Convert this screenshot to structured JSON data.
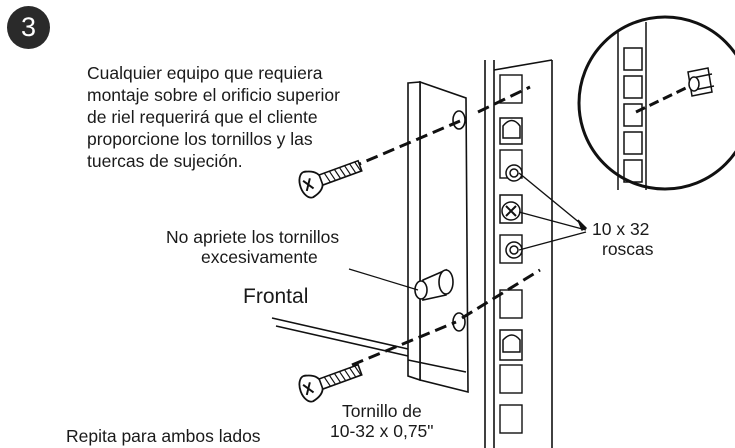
{
  "step_number": "3",
  "note_top": [
    "Cualquier equipo que requiera",
    "montaje sobre el orificio superior",
    "de riel requerirá que el cliente",
    "proporcione los tornillos y las",
    "tuercas de sujeción."
  ],
  "note_torque": [
    "No apriete los tornillos",
    "excesivamente"
  ],
  "label_front": "Frontal",
  "label_threads": [
    "10 x 32",
    "roscas"
  ],
  "label_screw": [
    "Tornillo de",
    "10-32 x 0,75\""
  ],
  "label_repeat": "Repita para ambos lados",
  "icons": [
    "screw-icon",
    "cage-nut-icon",
    "rack-rail",
    "equipment-bracket",
    "detail-circle"
  ]
}
